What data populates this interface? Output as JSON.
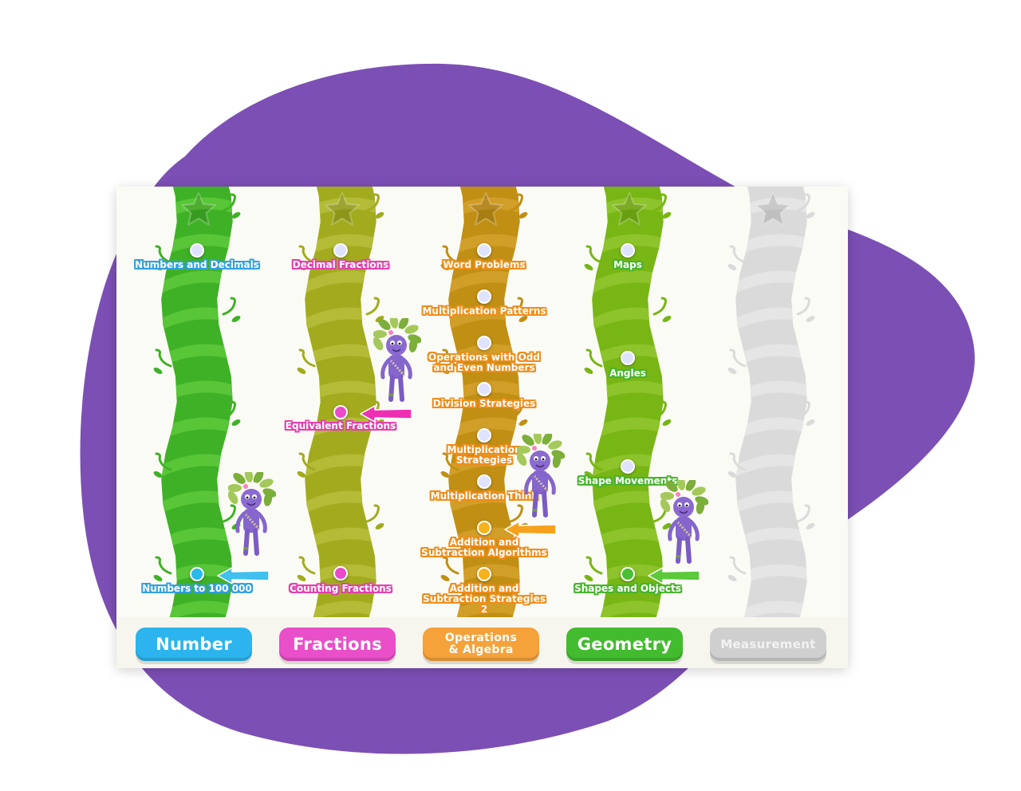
{
  "colors": {
    "blob": "#7c4fb5",
    "number": "#2bb8ea",
    "fractions": "#e94bc9",
    "operations": "#f3a12c",
    "geometry": "#4bbf33",
    "measurement": "#c7c7c7"
  },
  "strands": [
    {
      "key": "number",
      "vine_color": "#3fb126",
      "vine_stripe": "#5bc93a",
      "label_color": "#2f9fe0",
      "lessons": [
        {
          "label": "Numbers and Decimals",
          "status": "upcoming"
        },
        {
          "label": "Numbers to 100 000",
          "status": "current"
        }
      ]
    },
    {
      "key": "fractions",
      "vine_color": "#a2ab1e",
      "vine_stripe": "#b6bd3a",
      "label_color": "#e33fae",
      "lessons": [
        {
          "label": "Decimal Fractions",
          "status": "upcoming"
        },
        {
          "label": "Equivalent Fractions",
          "status": "current"
        },
        {
          "label": "Counting Fractions",
          "status": "done"
        }
      ]
    },
    {
      "key": "operations",
      "vine_color": "#c08f14",
      "vine_stripe": "#d3a02a",
      "label_color": "#ef8d1b",
      "lessons": [
        {
          "label": "Word Problems",
          "status": "upcoming"
        },
        {
          "label": "Multiplication Patterns",
          "status": "upcoming"
        },
        {
          "label": "Operations with Odd\nand Even Numbers",
          "status": "upcoming"
        },
        {
          "label": "Division Strategies",
          "status": "upcoming"
        },
        {
          "label": "Multiplication\nStrategies",
          "status": "upcoming"
        },
        {
          "label": "Multiplication Think",
          "status": "upcoming"
        },
        {
          "label": "Addition and\nSubtraction Algorithms",
          "status": "current"
        },
        {
          "label": "Addition and\nSubtraction Strategies\n2",
          "status": "done"
        }
      ]
    },
    {
      "key": "geometry",
      "vine_color": "#77b614",
      "vine_stripe": "#8fc42e",
      "label_color": "#47b42b",
      "lessons": [
        {
          "label": "Maps",
          "status": "upcoming"
        },
        {
          "label": "Angles",
          "status": "upcoming"
        },
        {
          "label": "Shape Movements",
          "status": "upcoming"
        },
        {
          "label": "Shapes and Objects",
          "status": "current"
        }
      ]
    },
    {
      "key": "measurement",
      "vine_color": "#dadada",
      "vine_stripe": "#e6e6e6",
      "label_color": "#cfcfcf",
      "lessons": []
    }
  ],
  "tabs": [
    {
      "label": "Number",
      "color": "#2cb4ee"
    },
    {
      "label": "Fractions",
      "color": "#e94fc8"
    },
    {
      "label": "Operations\n& Algebra",
      "color": "#f5a23a"
    },
    {
      "label": "Geometry",
      "color": "#43bb2f"
    },
    {
      "label": "Measurement",
      "color": "#cfcfcf"
    }
  ],
  "icons": {
    "goal": "star-icon",
    "pointer": "arrow-left-icon",
    "mascot": "character-avatar"
  }
}
